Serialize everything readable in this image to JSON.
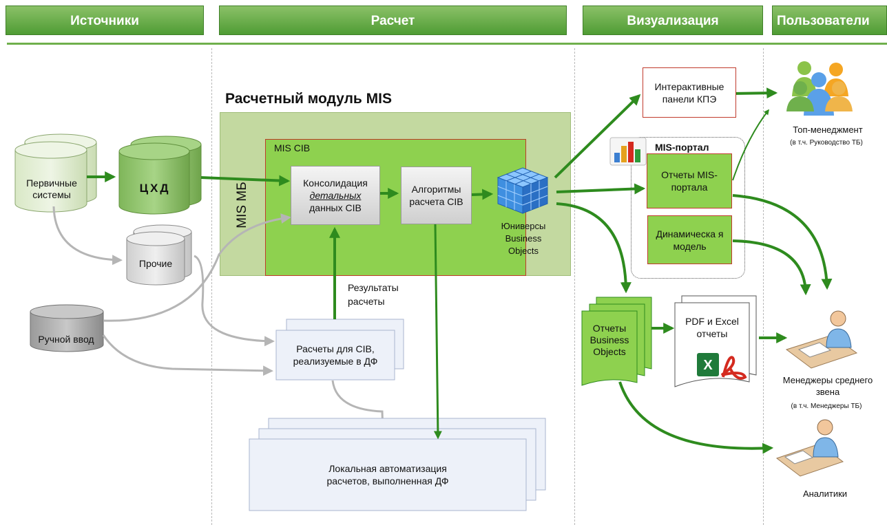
{
  "header": {
    "sources": "Источники",
    "calc": "Расчет",
    "visual": "Визуализация",
    "users": "Пользователи"
  },
  "module": {
    "title": "Расчетный модуль MIS",
    "mb_label": "MIS МБ",
    "cib_label": "MIS CIB"
  },
  "sources": {
    "primary": "Первичные системы",
    "dwh": "ЦХД",
    "other": "Прочие",
    "manual": "Ручной ввод"
  },
  "calc": {
    "consolidation_line1": "Консолидация",
    "consolidation_line2": "детальных",
    "consolidation_line3": "данных CIB",
    "algorithms": "Алгоритмы расчета CIB",
    "universes": "Юниверсы Business Objects",
    "results_label": "Результаты расчеты",
    "df_calcs": "Расчеты для CIB, реализуемые в ДФ",
    "local_automation": "Локальная автоматизация расчетов, выполненная ДФ"
  },
  "visual": {
    "kpi_panels": "Интерактивные панели КПЭ",
    "portal_title": "MIS-портал",
    "portal_reports": "Отчеты MIS-портала",
    "dynamic_model": "Динамическа я модель",
    "bo_reports": "Отчеты Business Objects",
    "pdf_excel": "PDF и Excel отчеты"
  },
  "users": {
    "top_mgmt": "Топ-менеджмент",
    "top_mgmt_note": "(в т.ч. Руководство ТБ)",
    "middle_mgmt": "Менеджеры среднего звена",
    "middle_mgmt_note": "(в т.ч. Менеджеры ТБ)",
    "analysts": "Аналитики"
  },
  "colors": {
    "header_green": "#4f9c34",
    "flow_green": "#2e8b1e",
    "module_bg": "#c3d9a0",
    "cib_green": "#8ed14f",
    "grey_flow": "#b5b5b5",
    "border_red": "#c0392b"
  }
}
